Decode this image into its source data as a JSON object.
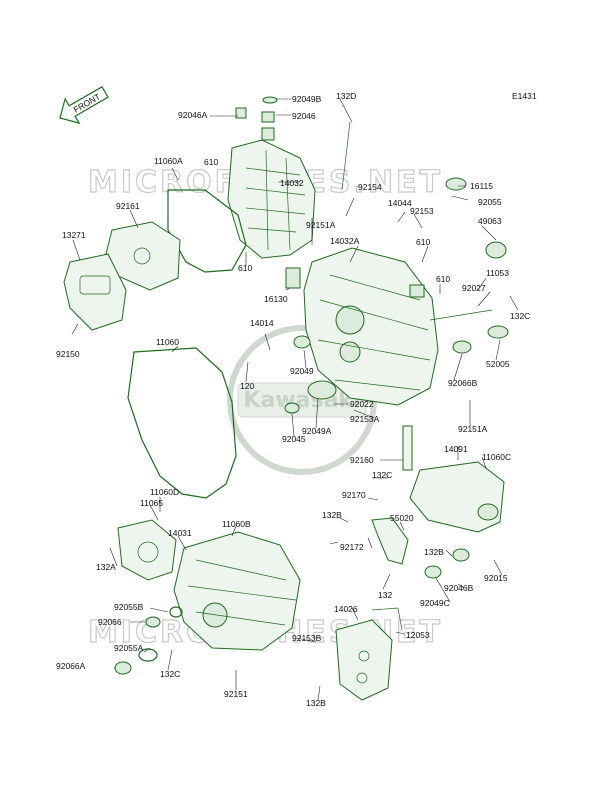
{
  "diagram_code": "E1431",
  "front_label": "FRONT",
  "watermark": {
    "text": "MICROFICHES.NET",
    "logo_text": "Kawasaki"
  },
  "labels": [
    {
      "id": "132D",
      "text": "132D"
    },
    {
      "id": "92049B",
      "text": "92049B"
    },
    {
      "id": "92046A",
      "text": "92046A"
    },
    {
      "id": "92046",
      "text": "92046"
    },
    {
      "id": "11060A",
      "text": "11060A"
    },
    {
      "id": "610a",
      "text": "610"
    },
    {
      "id": "14032",
      "text": "14032"
    },
    {
      "id": "92154",
      "text": "92154"
    },
    {
      "id": "16115",
      "text": "16115"
    },
    {
      "id": "92055",
      "text": "92055"
    },
    {
      "id": "92161",
      "text": "92161"
    },
    {
      "id": "14044",
      "text": "14044"
    },
    {
      "id": "92153",
      "text": "92153"
    },
    {
      "id": "92151A_top",
      "text": "92151A"
    },
    {
      "id": "49063",
      "text": "49063"
    },
    {
      "id": "13271",
      "text": "13271"
    },
    {
      "id": "14032A",
      "text": "14032A"
    },
    {
      "id": "610b",
      "text": "610"
    },
    {
      "id": "610c",
      "text": "610"
    },
    {
      "id": "610d",
      "text": "610"
    },
    {
      "id": "11053",
      "text": "11053"
    },
    {
      "id": "16130",
      "text": "16130"
    },
    {
      "id": "92027",
      "text": "92027"
    },
    {
      "id": "132C_r",
      "text": "132C"
    },
    {
      "id": "14014",
      "text": "14014"
    },
    {
      "id": "92150",
      "text": "92150"
    },
    {
      "id": "11060",
      "text": "11060"
    },
    {
      "id": "92049",
      "text": "92049"
    },
    {
      "id": "52005",
      "text": "52005"
    },
    {
      "id": "92066B",
      "text": "92066B"
    },
    {
      "id": "120",
      "text": "120"
    },
    {
      "id": "92022",
      "text": "92022"
    },
    {
      "id": "92153A",
      "text": "92153A"
    },
    {
      "id": "92049A",
      "text": "92049A"
    },
    {
      "id": "92045",
      "text": "92045"
    },
    {
      "id": "92151A_bot",
      "text": "92151A"
    },
    {
      "id": "92160",
      "text": "92160"
    },
    {
      "id": "14091",
      "text": "14091"
    },
    {
      "id": "11060C",
      "text": "11060C"
    },
    {
      "id": "132C_m",
      "text": "132C"
    },
    {
      "id": "11060D",
      "text": "11060D"
    },
    {
      "id": "11065",
      "text": "11065"
    },
    {
      "id": "92170",
      "text": "92170"
    },
    {
      "id": "132B_a",
      "text": "132B"
    },
    {
      "id": "55020",
      "text": "55020"
    },
    {
      "id": "11060B",
      "text": "11060B"
    },
    {
      "id": "14031",
      "text": "14031"
    },
    {
      "id": "92172",
      "text": "92172"
    },
    {
      "id": "132B_b",
      "text": "132B"
    },
    {
      "id": "132A",
      "text": "132A"
    },
    {
      "id": "92015",
      "text": "92015"
    },
    {
      "id": "92046B",
      "text": "92046B"
    },
    {
      "id": "132",
      "text": "132"
    },
    {
      "id": "92049C",
      "text": "92049C"
    },
    {
      "id": "92055B",
      "text": "92055B"
    },
    {
      "id": "14026",
      "text": "14026"
    },
    {
      "id": "92066",
      "text": "92066"
    },
    {
      "id": "92153B",
      "text": "92153B"
    },
    {
      "id": "12053",
      "text": "12053"
    },
    {
      "id": "92055A",
      "text": "92055A"
    },
    {
      "id": "92066A",
      "text": "92066A"
    },
    {
      "id": "132C_b",
      "text": "132C"
    },
    {
      "id": "92151",
      "text": "92151"
    },
    {
      "id": "132B_c",
      "text": "132B"
    }
  ]
}
